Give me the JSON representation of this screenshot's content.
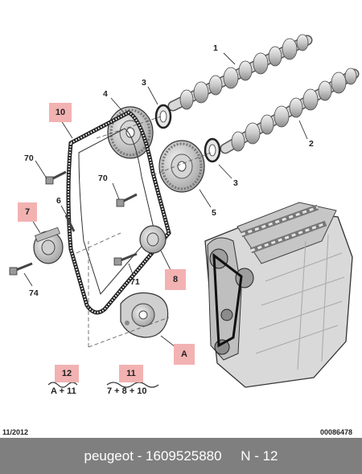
{
  "callouts": {
    "c1": "1",
    "c2": "2",
    "c3a": "3",
    "c3b": "3",
    "c4": "4",
    "c5": "5",
    "c6": "6",
    "c70a": "70",
    "c70b": "70",
    "c71": "71",
    "c74": "74"
  },
  "boxed_callouts": {
    "b10": "10",
    "b7": "7",
    "b8": "8",
    "bA": "A",
    "b12": "12",
    "b11": "11"
  },
  "formulas": {
    "kit12": "A + 11",
    "kit11": "7 + 8 + 10"
  },
  "meta": {
    "date": "11/2012",
    "ref": "00086478"
  },
  "footer": {
    "text": "peugeot - 1609525880     N - 12"
  },
  "colors": {
    "highlight_box": "#f3b2b2",
    "footer_bg": "#7f7f7f",
    "footer_text": "#ffffff"
  }
}
